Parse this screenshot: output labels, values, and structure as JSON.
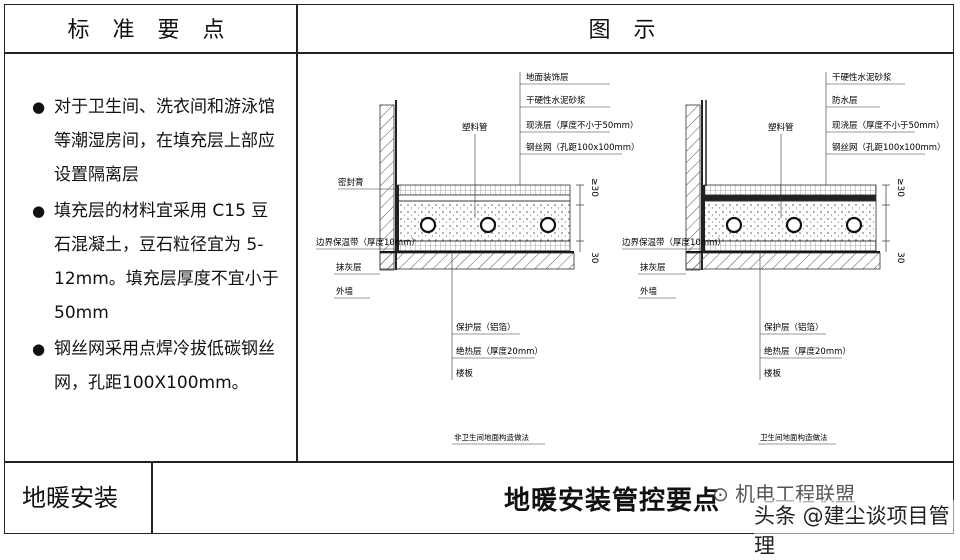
{
  "header": {
    "col1": "标 准 要 点",
    "col2": "图 示"
  },
  "points": [
    "对于卫生间、洗衣间和游泳馆等潮湿房间，在填充层上部应设置隔离层",
    "填充层的材料宜采用 C15 豆石混凝土，豆石粒径宜为 5-12mm。填充层厚度不宜小于50mm",
    "钢丝网采用点焊冷拔低碳钢丝网，孔距100X100mm。"
  ],
  "footer": {
    "category": "地暖安装",
    "title": "地暖安装管控要点"
  },
  "watermark": {
    "line1": "机电工程联盟",
    "line2": "头条 @建尘谈项目管理"
  },
  "diagram_left": {
    "top_labels": [
      "地面装饰层",
      "干硬性水泥砂浆",
      "现浇层（厚度不小于50mm）",
      "钢丝网（孔距100x100mm）"
    ],
    "pipe_label": "塑料管",
    "edge_label": "密封膏",
    "side_labels": [
      "边界保温带（厚度10mm）",
      "抹灰层",
      "外墙"
    ],
    "bottom_labels": [
      "保护层（铝箔）",
      "绝热层（厚度20mm）",
      "楼板"
    ],
    "dim_top": "≥30",
    "dim_bottom": "30",
    "caption": "非卫生间地面构造做法"
  },
  "diagram_right": {
    "top_labels": [
      "干硬性水泥砂浆",
      "防水层",
      "现浇层（厚度不小于50mm）",
      "钢丝网（孔距100x100mm）"
    ],
    "pipe_label": "塑料管",
    "side_labels": [
      "边界保温带（厚度10mm）",
      "抹灰层",
      "外墙"
    ],
    "bottom_labels": [
      "保护层（铝箔）",
      "绝热层（厚度20mm）",
      "楼板"
    ],
    "dim_top": "≥30",
    "dim_bottom": "30",
    "caption": "卫生间地面构造做法"
  }
}
